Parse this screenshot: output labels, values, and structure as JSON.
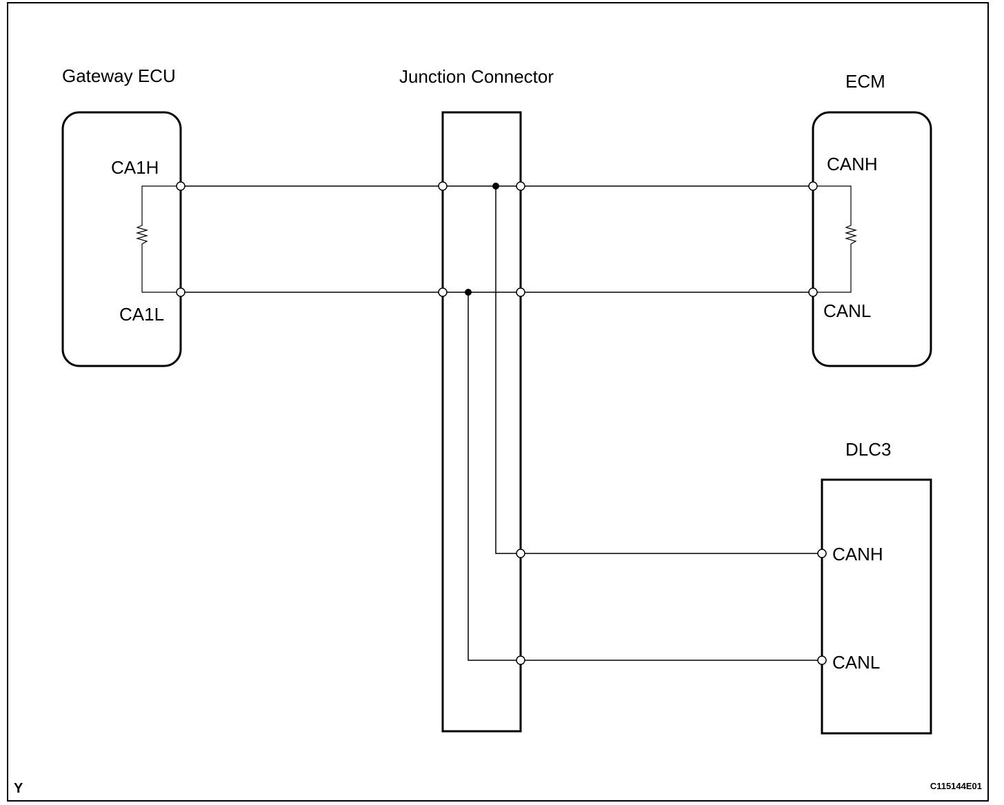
{
  "components": {
    "gateway": {
      "title": "Gateway ECU",
      "pin_high": "CA1H",
      "pin_low": "CA1L"
    },
    "junction": {
      "title": "Junction Connector"
    },
    "ecm": {
      "title": "ECM",
      "pin_high": "CANH",
      "pin_low": "CANL"
    },
    "dlc3": {
      "title": "DLC3",
      "pin_high": "CANH",
      "pin_low": "CANL"
    }
  },
  "footer": {
    "corner_mark": "Y",
    "figure_code": "C115144E01"
  }
}
